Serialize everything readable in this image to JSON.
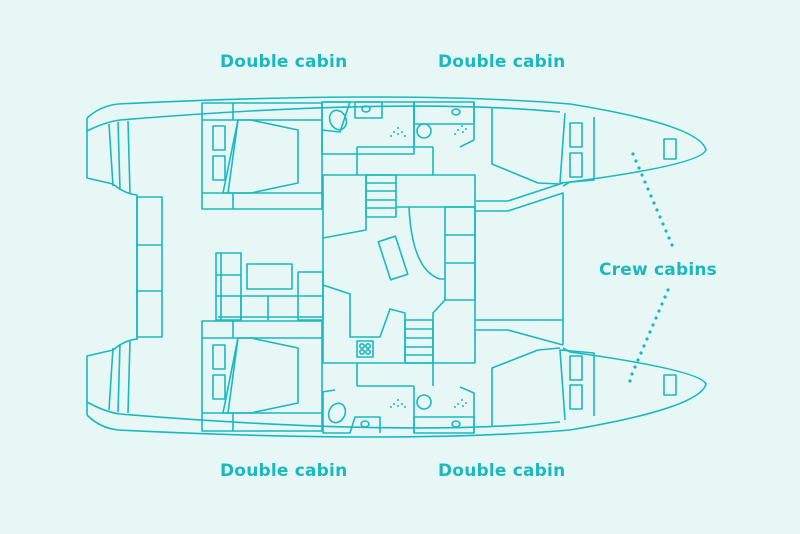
{
  "diagram": {
    "type": "catamaran-deck-plan",
    "colors": {
      "background": "#e6f7f5",
      "line": "#1bb8c0",
      "text": "#1bb8c0"
    },
    "labels": {
      "top_left": "Double cabin",
      "top_right": "Double cabin",
      "bottom_left": "Double cabin",
      "bottom_right": "Double cabin",
      "crew": "Crew cabins"
    }
  }
}
